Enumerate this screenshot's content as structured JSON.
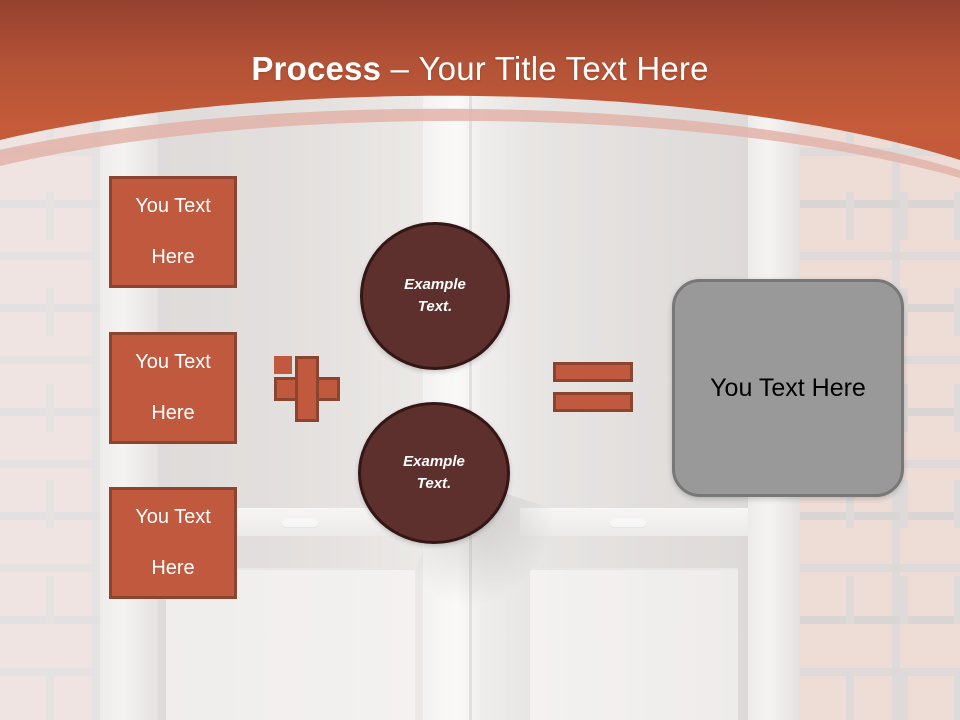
{
  "slide": {
    "title": {
      "bold_part": "Process",
      "separator": "–",
      "rest": "Your Title Text Here",
      "full": "Process – Your Title Text Here"
    },
    "theme": {
      "header_top_color": "#9c4331",
      "header_bottom_color": "#c45b39",
      "accent_orange": "#c0593d",
      "accent_orange_border": "#8a4430",
      "circle_fill": "#5d2f2d",
      "circle_border": "#341715",
      "gray_fill": "#999999",
      "gray_border": "#787878",
      "title_text_color": "#ffffff",
      "gray_box_text_color": "#000000"
    },
    "background": {
      "description": "white double door with brick wall, faded overlay"
    }
  },
  "left_boxes": [
    {
      "label": "You Text Here",
      "line1": "You Text",
      "line2": "Here"
    },
    {
      "label": "You Text Here",
      "line1": "You Text",
      "line2": "Here"
    },
    {
      "label": "You Text Here",
      "line1": "You Text",
      "line2": "Here"
    }
  ],
  "circles": [
    {
      "label": "Example Text.",
      "line1": "Example",
      "line2": "Text."
    },
    {
      "label": "Example Text.",
      "line1": "Example",
      "line2": "Text."
    }
  ],
  "operators": {
    "plus": "+",
    "equals": "="
  },
  "result_box": {
    "label": "You Text Here"
  }
}
